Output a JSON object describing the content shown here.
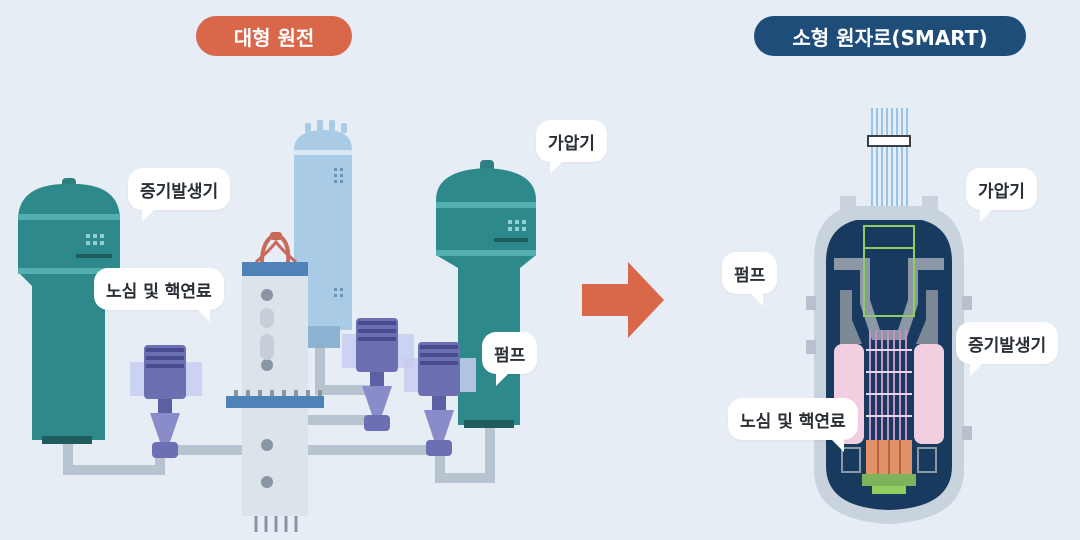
{
  "left_title": "대형 원전",
  "right_title": "소형 원자로(SMART)",
  "left_labels": {
    "steam_generator": "증기발생기",
    "core": "노심 및 핵연료",
    "pressurizer": "가압기",
    "pump": "펌프"
  },
  "right_labels": {
    "pressurizer": "가압기",
    "pump": "펌프",
    "steam_generator": "증기발생기",
    "core": "노심 및 핵연료"
  },
  "colors": {
    "background": "#e6edf5",
    "left_title_bg": "#d9674a",
    "right_title_bg": "#1f4d7a",
    "arrow": "#d9674a",
    "teal_vessel": "#2e8a8a",
    "light_blue_vessel": "#a9cbe6",
    "pump_purple": "#6d6fb3",
    "reactor_body": "#dde4ec",
    "smart_interior": "#173a5e"
  }
}
